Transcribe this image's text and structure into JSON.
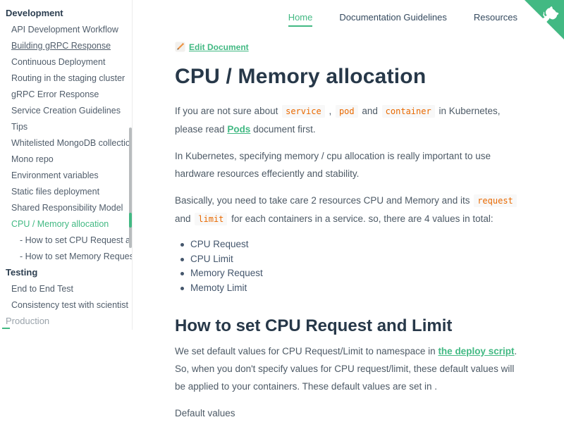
{
  "accent_color": "#42b983",
  "code_color": "#e96900",
  "sidebar": {
    "sections": [
      {
        "title": "Development",
        "items": [
          {
            "label": "API Development Workflow"
          },
          {
            "label": "Building gRPC Response",
            "underlined": true
          },
          {
            "label": "Continuous Deployment"
          },
          {
            "label": "Routing in the staging cluster"
          },
          {
            "label": "gRPC Error Response"
          },
          {
            "label": "Service Creation Guidelines"
          },
          {
            "label": "Tips"
          },
          {
            "label": "Whitelisted MongoDB collections"
          },
          {
            "label": "Mono repo"
          },
          {
            "label": "Environment variables"
          },
          {
            "label": "Static files deployment"
          },
          {
            "label": "Shared Responsibility Model"
          },
          {
            "label": "CPU / Memory allocation",
            "active": true
          },
          {
            "label": "- How to set CPU Request and Limit",
            "sub": true
          },
          {
            "label": "- How to set Memory Request and Limit",
            "sub": true
          }
        ]
      },
      {
        "title": "Testing",
        "items": [
          {
            "label": "End to End Test"
          },
          {
            "label": "Consistency test with scientist"
          }
        ]
      },
      {
        "title": "Production",
        "faded": true,
        "items": []
      }
    ]
  },
  "nav": {
    "links": [
      {
        "label": "Home",
        "active": true
      },
      {
        "label": "Documentation Guidelines"
      },
      {
        "label": "Resources"
      }
    ]
  },
  "corner": {
    "icon": "github-octocat"
  },
  "doc": {
    "edit_link": "Edit Document",
    "title": "CPU / Memory allocation",
    "p1": [
      {
        "t": "text",
        "v": "If you are not sure about "
      },
      {
        "t": "code",
        "v": "service"
      },
      {
        "t": "text",
        "v": " , "
      },
      {
        "t": "code",
        "v": "pod"
      },
      {
        "t": "text",
        "v": " and "
      },
      {
        "t": "code",
        "v": "container"
      },
      {
        "t": "text",
        "v": " in Kubernetes, please read "
      },
      {
        "t": "link",
        "v": "Pods"
      },
      {
        "t": "text",
        "v": " document first."
      }
    ],
    "p2": [
      {
        "t": "text",
        "v": "In Kubernetes, specifying memory / cpu allocation is really important to use hardware resources effeciently and stability."
      }
    ],
    "p3": [
      {
        "t": "text",
        "v": "Basically, you need to take care 2 resources CPU and Memory and its "
      },
      {
        "t": "code",
        "v": "request"
      },
      {
        "t": "text",
        "v": " and "
      },
      {
        "t": "code",
        "v": "limit"
      },
      {
        "t": "text",
        "v": " for each containers in a service. so, there are 4 values in total:"
      }
    ],
    "bullets": [
      "CPU Request",
      "CPU Limit",
      "Memory Request",
      "Memoty Limit"
    ],
    "h2": "How to set CPU Request and Limit",
    "p4": [
      {
        "t": "text",
        "v": "We set default values for CPU Request/Limit to namespace in "
      },
      {
        "t": "link",
        "v": "the deploy script"
      },
      {
        "t": "text",
        "v": ". So, when you don't specify values for CPU request/limit, these default values will be applied to your containers. These default values are set in ."
      }
    ],
    "p5": [
      {
        "t": "text",
        "v": "Default values"
      }
    ]
  }
}
